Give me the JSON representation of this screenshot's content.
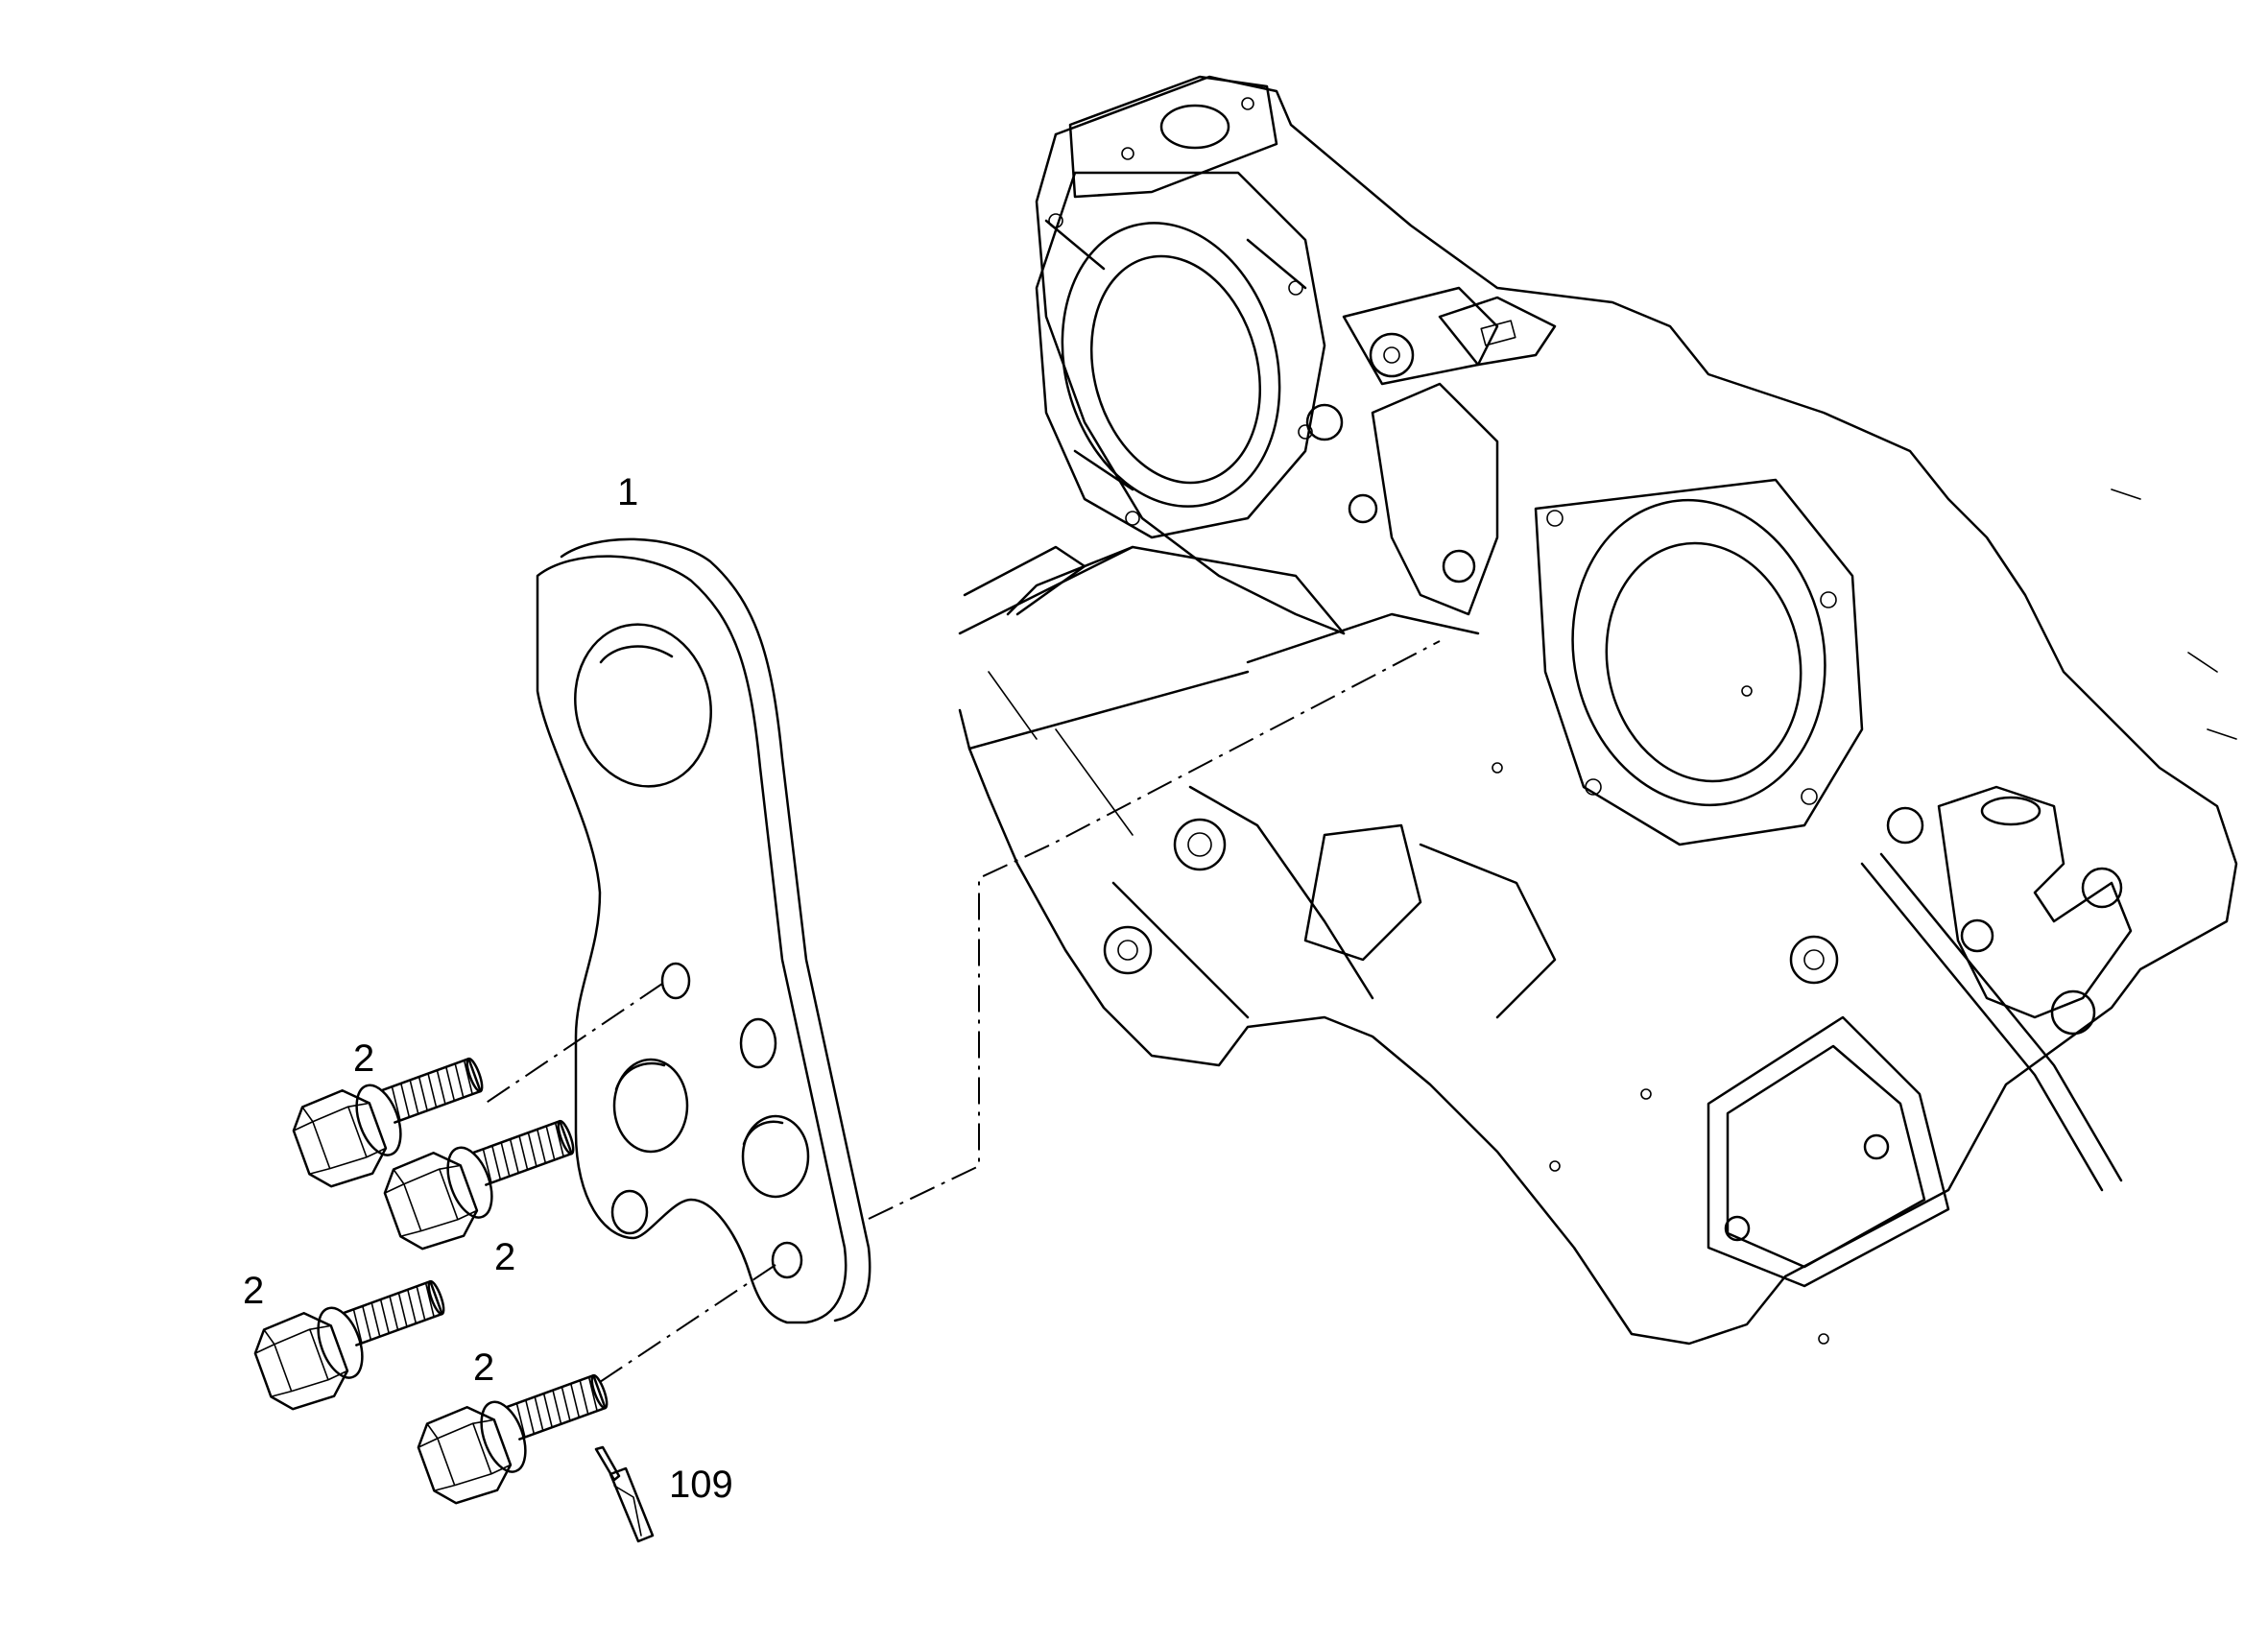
{
  "callouts": {
    "bracket": "1",
    "bolt_a": "2",
    "bolt_b": "2",
    "bolt_c": "2",
    "bolt_d": "2",
    "sealant": "109"
  }
}
